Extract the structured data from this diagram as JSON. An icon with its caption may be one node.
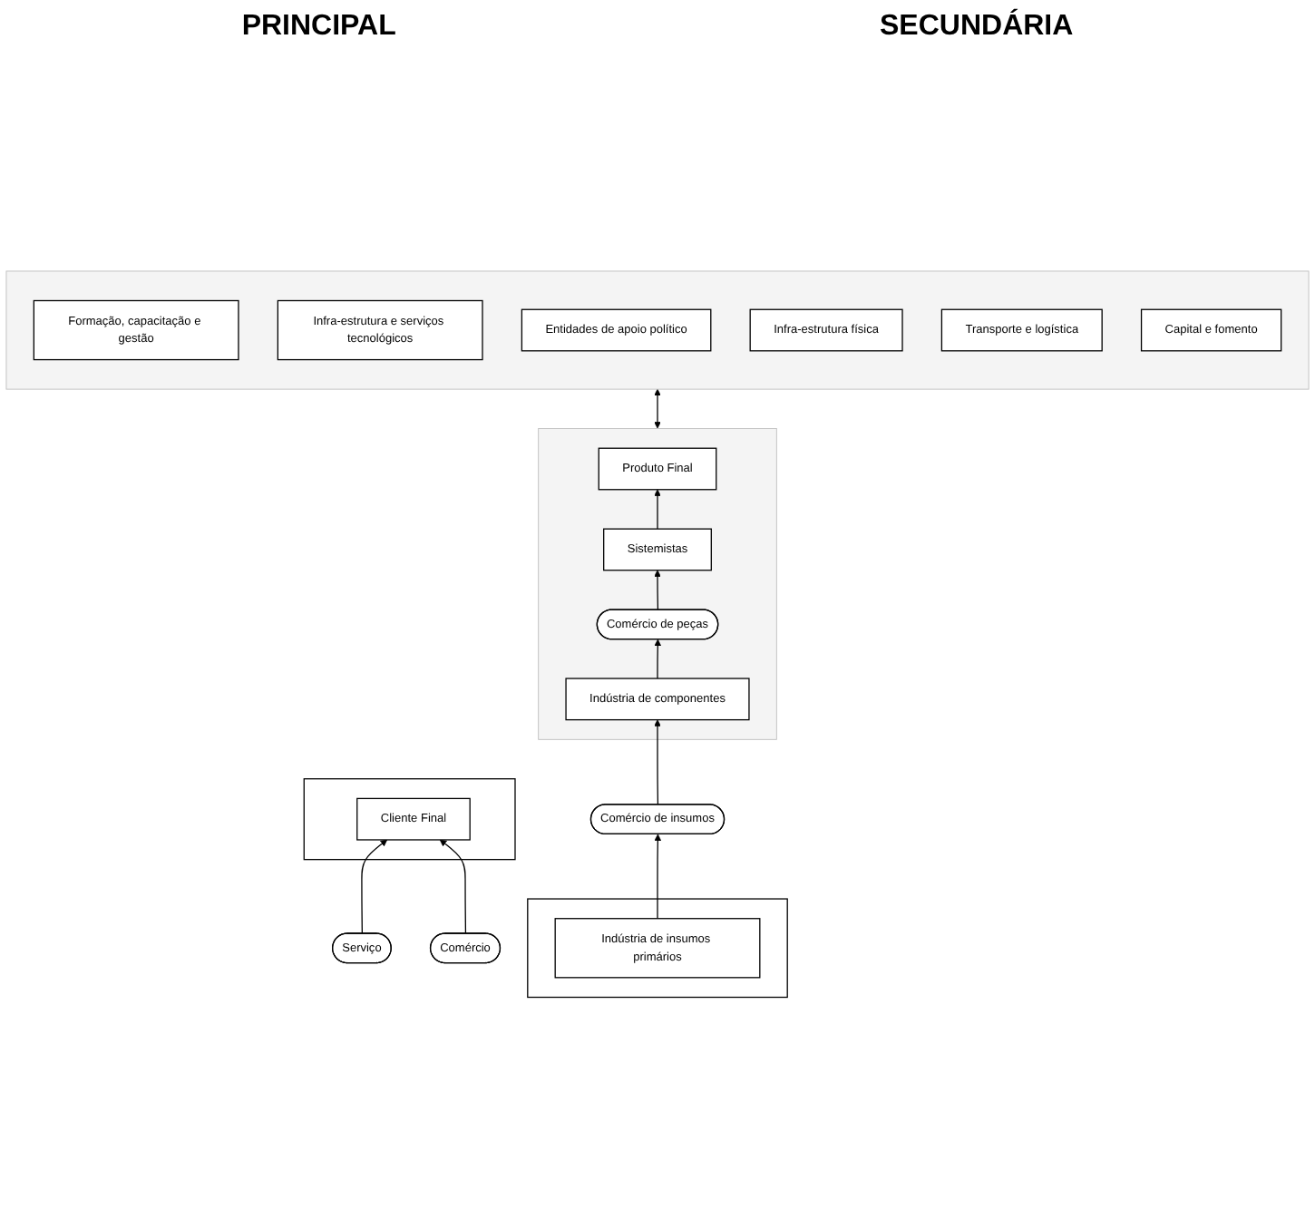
{
  "diagram": {
    "nodes": [
      {
        "text": [],
        "shape": "box"
      },
      {
        "text": [
          "Cliente Final"
        ],
        "in": 0
      },
      {
        "text": [
          "Serviço"
        ]
      },
      {
        "text": [
          "Comércio"
        ]
      },
      {
        "text": [],
        "shape": "box"
      },
      {
        "text": [
          "Produto Final"
        ],
        "in": 4
      },
      {
        "text": [
          "Sistemistas"
        ],
        "in": 4
      },
      {
        "text": [
          "Comércio de peças"
        ],
        "in": 4
      },
      {
        "text": [
          "Indústria de componentes"
        ],
        "in": 4
      },
      {
        "text": [
          "Comércio de insumos"
        ]
      },
      {
        "text": [],
        "shape": "box"
      },
      {
        "text": [
          "Indústria de insumos primários"
        ],
        "in": 10
      },
      {
        "text": [],
        "shape": "box"
      },
      {
        "text": [
          "Formação, capacitação e gestão"
        ],
        "in": 12
      },
      {
        "text": [
          "Infra-estrutura e serviços tecnológicos"
        ],
        "in": 12
      },
      {
        "text": [
          "Entidades de apoio político"
        ],
        "in": 12
      },
      {
        "text": [
          "Infra-estrutura física"
        ],
        "in": 12
      },
      {
        "text": [
          "Transporte e logística"
        ],
        "in": 12
      },
      {
        "text": [
          "Capital e fomento"
        ],
        "in": 12
      }
    ],
    "edges": [
      {
        "from": 2,
        "to": 1,
        "arrow": "to"
      },
      {
        "from": 3,
        "to": 1,
        "arrow": "to"
      },
      {
        "from": 6,
        "to": 5,
        "arrow": "to"
      },
      {
        "from": 7,
        "to": 6,
        "arrow": "to"
      },
      {
        "from": 8,
        "to": 7,
        "arrow": "to"
      },
      {
        "from": 9,
        "to": 8,
        "arrow": "to"
      },
      {
        "from": 11,
        "to": 9,
        "arrow": "to"
      },
      {
        "from": 4,
        "to": 12,
        "arrow": "both"
      }
    ],
    "labels": [
      "PRINCIPAL",
      "SECUNDÁRIA"
    ]
  }
}
